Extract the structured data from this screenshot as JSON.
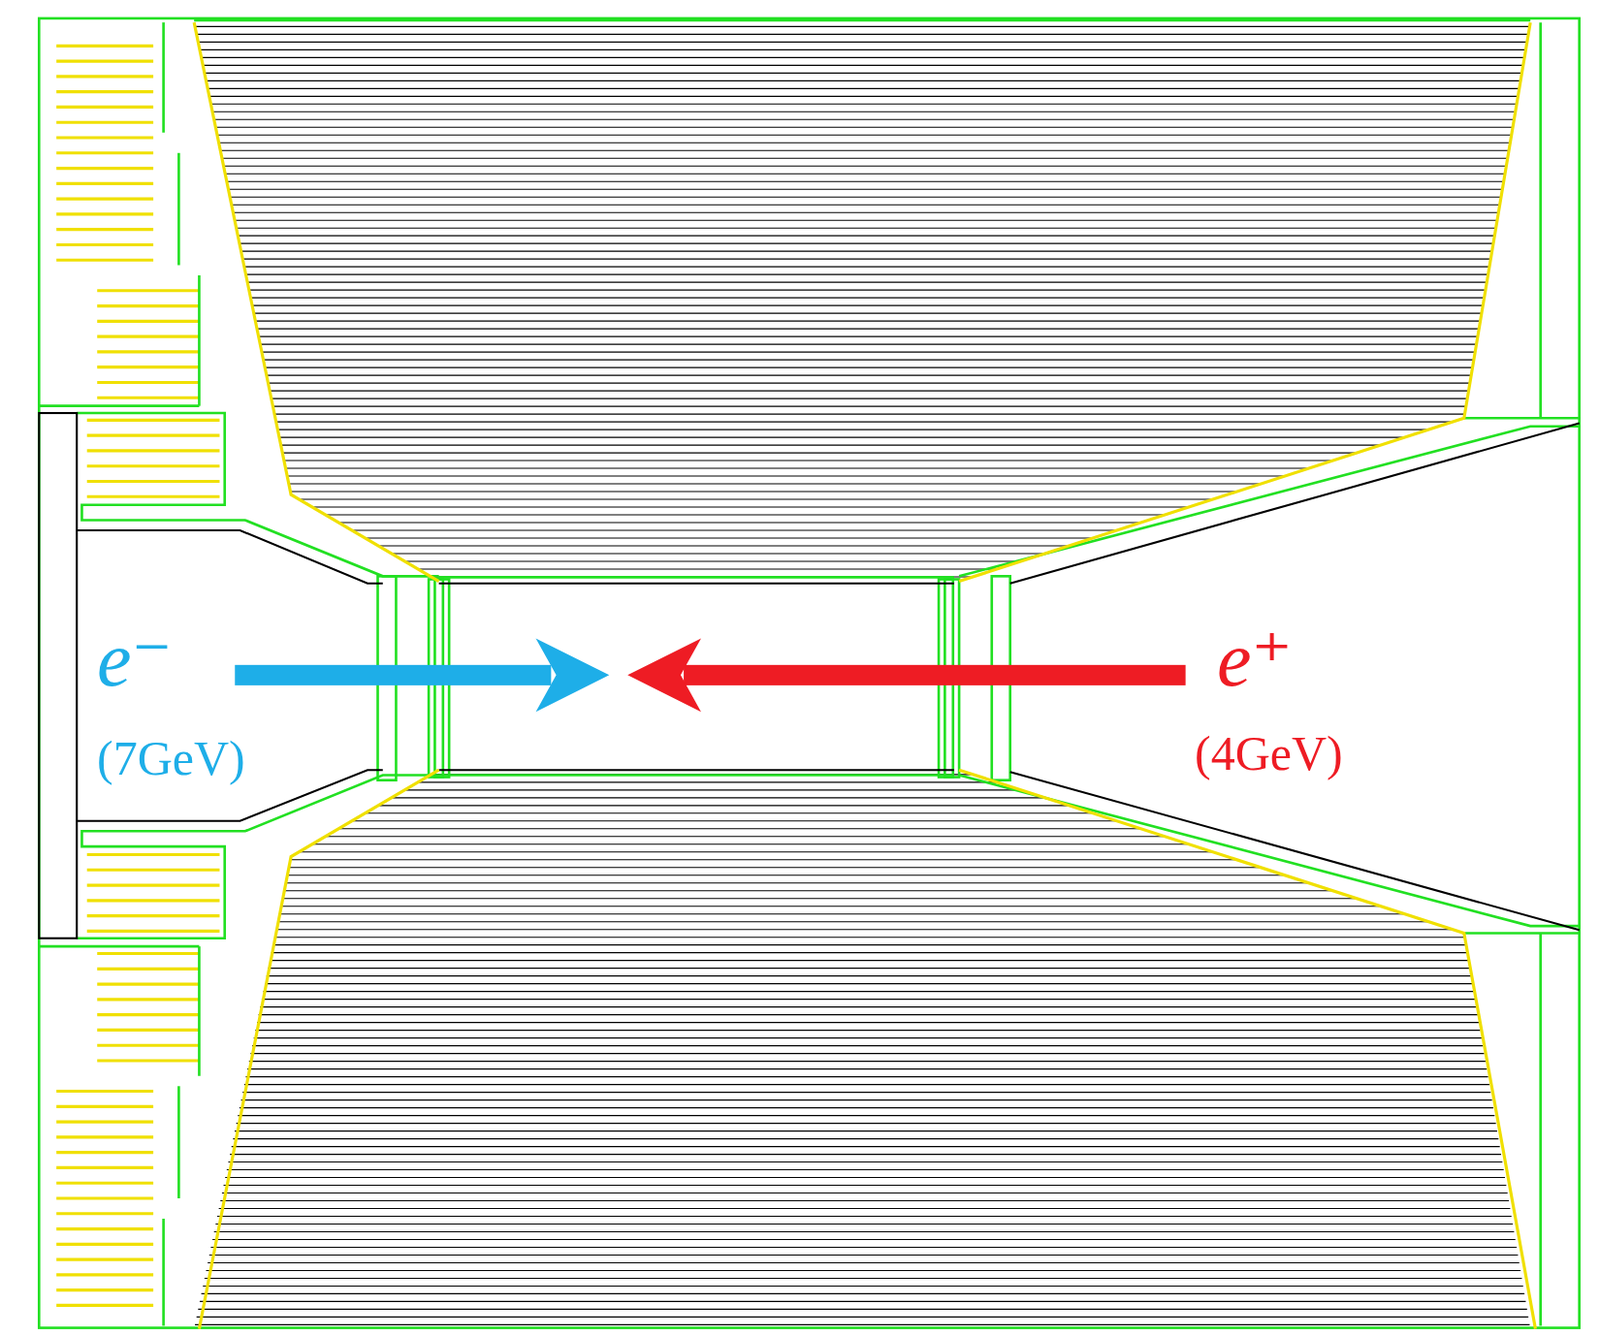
{
  "diagram": {
    "labels": [
      "e⁻",
      "(7GeV)",
      "e⁺",
      "(4GeV)"
    ]
  }
}
